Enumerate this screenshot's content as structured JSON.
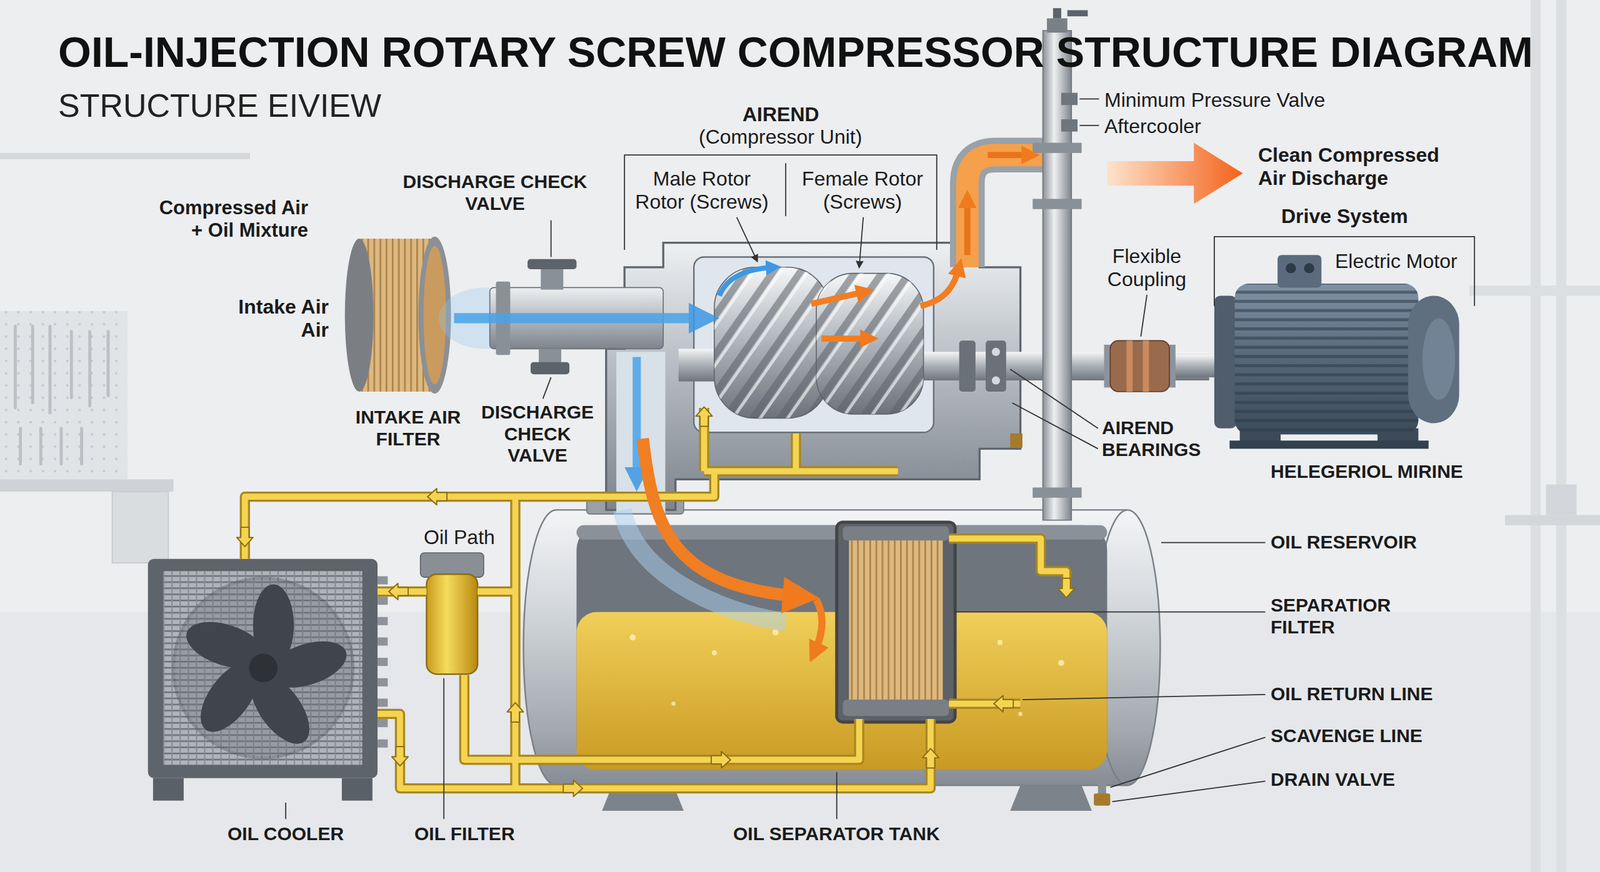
{
  "diagram": {
    "title": "OIL-INJECTION ROTARY SCREW COMPRESSOR STRUCTURE DIAGRAM",
    "labels": [
      "STRUCTURE EIVIEW",
      "Minimum Pressure Valve",
      "Aftercooler",
      "AIREND",
      "(Compressor Unit)",
      "Male Rotor Rotor (Screws)",
      "Female Rotor (Screws)",
      "Clean Compressed Air Discharge",
      "DISCHARGE CHECK VALVE",
      "Compressed Air + Oil Mixture",
      "Drive System",
      "Flexible Coupling",
      "Electric Motor",
      "Intake Air Air",
      "INTAKE AIR FILTER",
      "DISCHARGE CHECK VALVE",
      "AIREND BEARINGS",
      "HELEGERIOL MIRINE",
      "Oil Path",
      "OIL RESERVOIR",
      "SEPARATIOR FILTER",
      "OIL RETURN LINE",
      "SCAVENGE LINE",
      "DRAIN VALVE",
      "OIL COOLER",
      "OIL FILTER",
      "OIL SEPARATOR TANK"
    ]
  }
}
